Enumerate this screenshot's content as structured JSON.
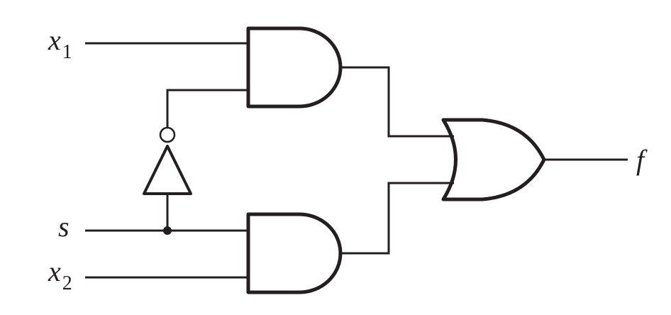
{
  "diagram": {
    "inputs": {
      "x1": {
        "name": "x",
        "subscript": "1"
      },
      "s": {
        "name": "s"
      },
      "x2": {
        "name": "x",
        "subscript": "2"
      }
    },
    "output": {
      "name": "f"
    }
  }
}
